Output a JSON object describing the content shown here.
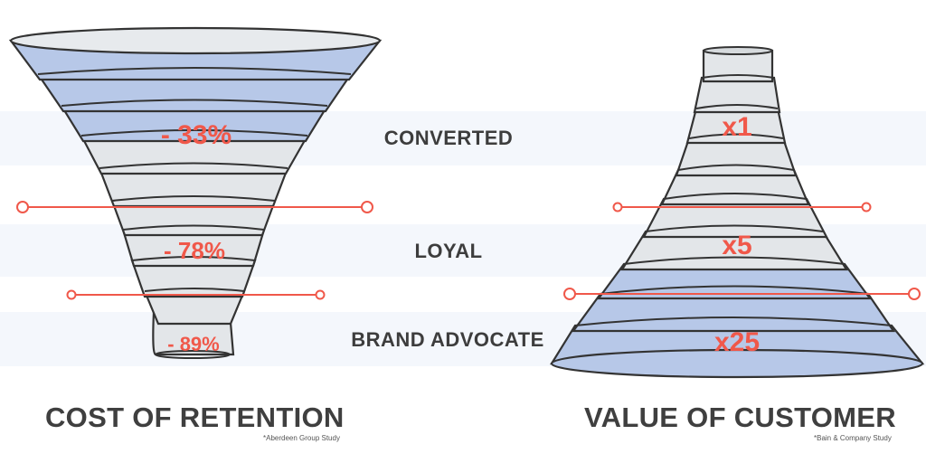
{
  "stages": {
    "converted": "CONVERTED",
    "loyal": "LOYAL",
    "brand_advocate": "BRAND ADVOCATE"
  },
  "cost_of_retention": {
    "title": "COST OF RETENTION",
    "source": "*Aberdeen Group Study",
    "values": [
      "- 33%",
      "- 78%",
      "- 89%"
    ]
  },
  "value_of_customer": {
    "title": "VALUE OF CUSTOMER",
    "source": "*Bain & Company Study",
    "values": [
      "x1",
      "x5",
      "x25"
    ]
  },
  "colors": {
    "accent": "#f0584a",
    "ring_blue": "#b7c8e8",
    "ring_gray": "#dfe3e6",
    "outline": "#333333",
    "band": "#f4f7fc",
    "text": "#3d3d3d"
  }
}
